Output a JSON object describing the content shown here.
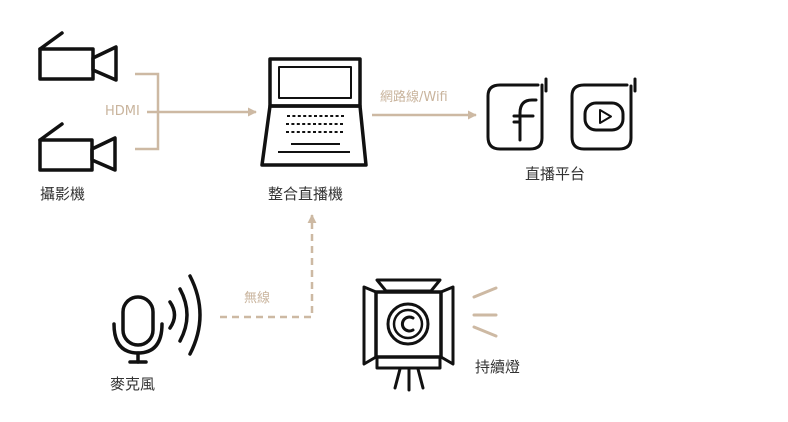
{
  "colors": {
    "ink": "#111111",
    "label": "#333333",
    "connector": "#cdb9a3",
    "connector_text": "#c9b49d"
  },
  "nodes": {
    "cameras": {
      "label": "攝影機",
      "icon": "video-camera-icon"
    },
    "computer": {
      "label": "整合直播機",
      "icon": "laptop-icon"
    },
    "platforms": {
      "label": "直播平台",
      "icons": [
        "facebook-icon",
        "youtube-icon"
      ]
    },
    "microphone": {
      "label": "麥克風",
      "icon": "microphone-icon"
    },
    "light": {
      "label": "持續燈",
      "icon": "studio-light-icon"
    }
  },
  "connections": {
    "camera_to_computer": {
      "label": "HDMI",
      "style": "solid"
    },
    "computer_to_platform": {
      "label": "網路線/Wifi",
      "style": "solid"
    },
    "mic_to_computer": {
      "label": "無線",
      "style": "dashed"
    }
  }
}
